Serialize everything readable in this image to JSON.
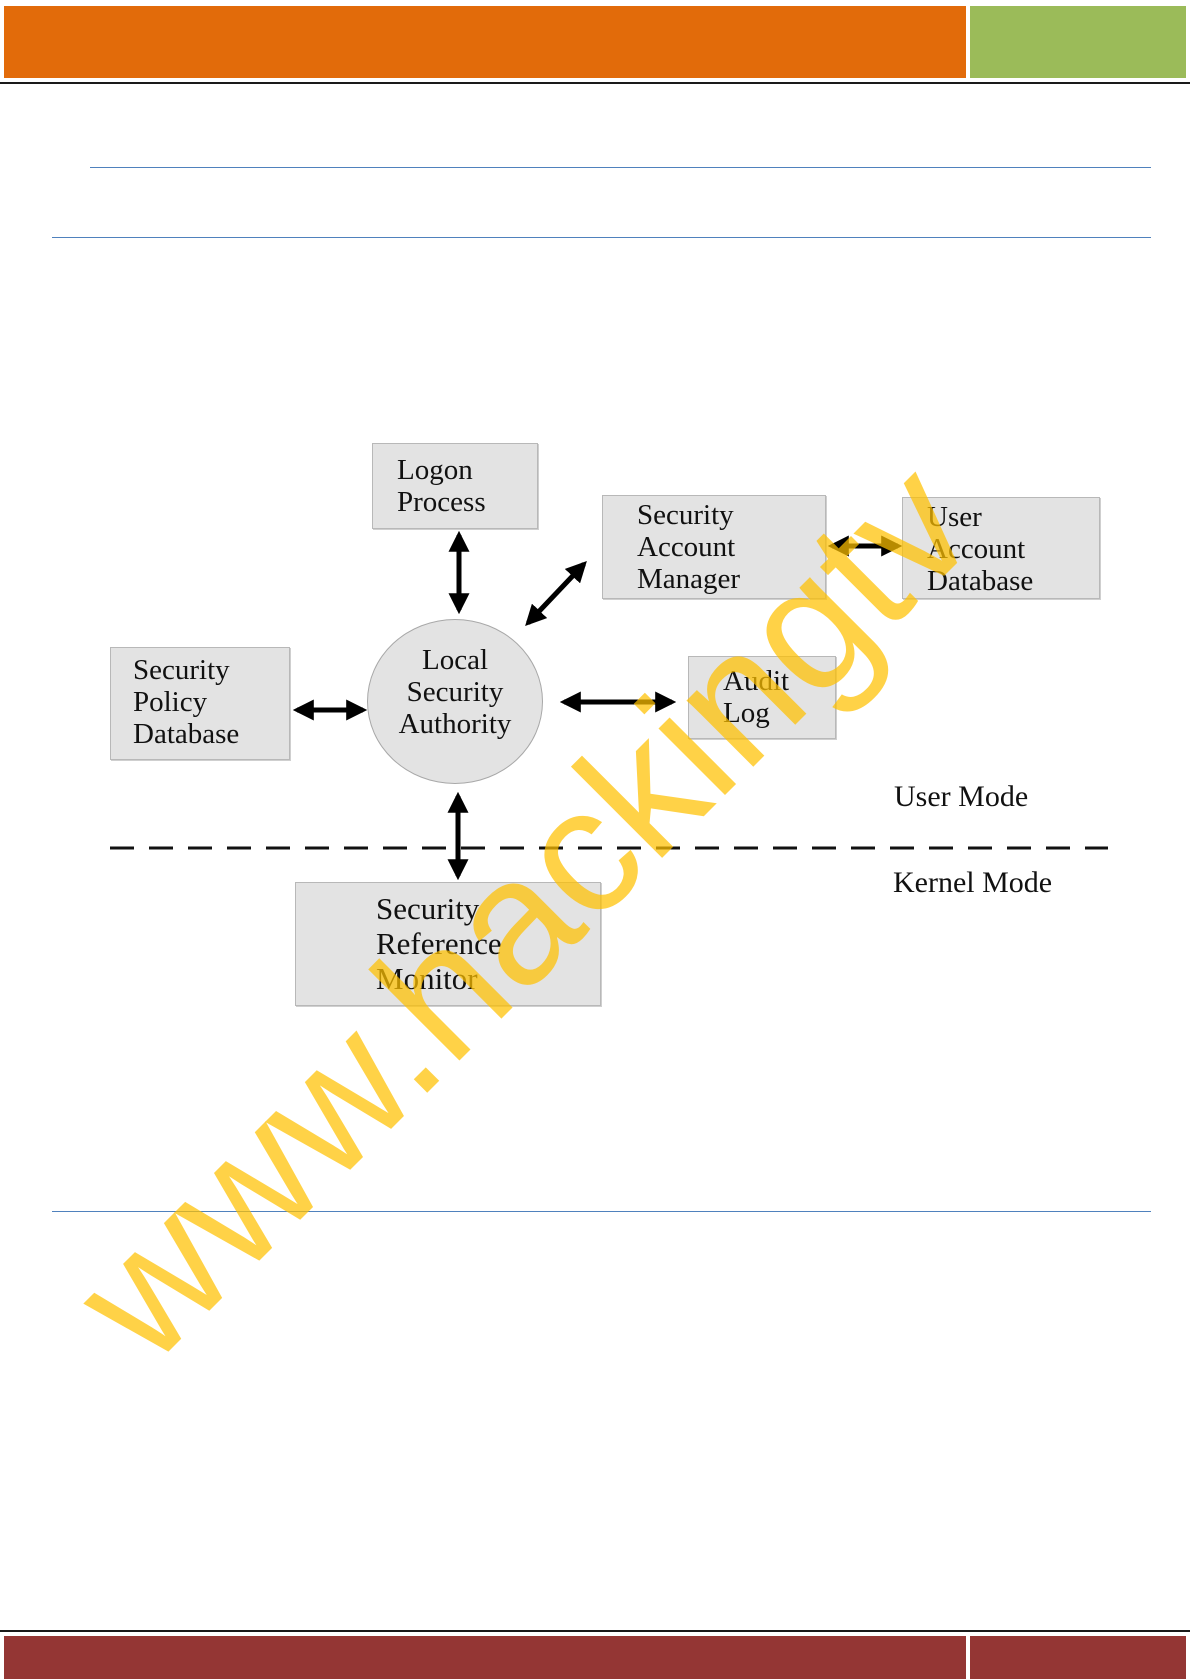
{
  "colors": {
    "header_orange": "#e26b0a",
    "header_green": "#9bbb59",
    "footer_red": "#943634",
    "rule_blue": "#4f81bd",
    "box_fill": "#e3e3e3",
    "watermark": "#ffc000"
  },
  "diagram": {
    "nodes": {
      "logon_process": "Logon\nProcess",
      "security_account_manager": "Security\nAccount\nManager",
      "user_account_database": "User\nAccount\nDatabase",
      "security_policy_database": "Security\nPolicy\nDatabase",
      "local_security_authority": "Local\nSecurity\nAuthority",
      "audit_log": "Audit\nLog",
      "security_reference_monitor": "Security\nReference\nMonitor"
    },
    "modes": {
      "user": "User Mode",
      "kernel": "Kernel Mode"
    },
    "edges": [
      [
        "logon_process",
        "local_security_authority"
      ],
      [
        "local_security_authority",
        "security_account_manager"
      ],
      [
        "security_account_manager",
        "user_account_database"
      ],
      [
        "security_policy_database",
        "local_security_authority"
      ],
      [
        "local_security_authority",
        "audit_log"
      ],
      [
        "local_security_authority",
        "security_reference_monitor"
      ]
    ]
  },
  "watermark": {
    "text": "www.hackingtv",
    "icon": "watermark-text"
  }
}
